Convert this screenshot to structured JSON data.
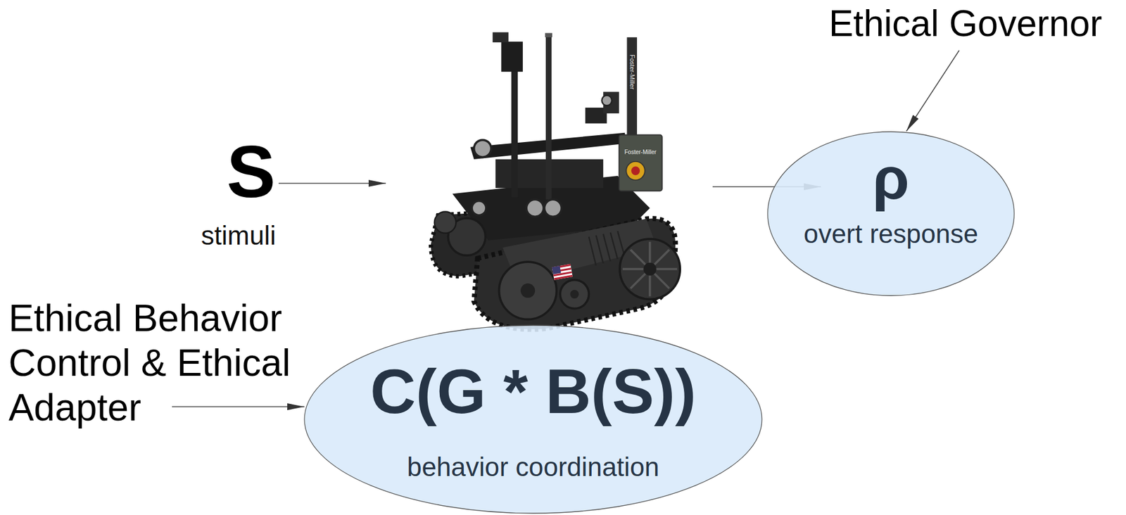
{
  "diagram": {
    "nodes": [
      {
        "text": [
          "ρ",
          "overt response"
        ]
      },
      {
        "text": [
          "C(G * B(S))",
          "behavior coordination"
        ]
      }
    ],
    "labels": [
      "S",
      "stimuli",
      "Ethical Governor",
      "Ethical Behavior Control & Ethical Adapter",
      "Foster-Miller",
      "Foster-Miller"
    ]
  }
}
